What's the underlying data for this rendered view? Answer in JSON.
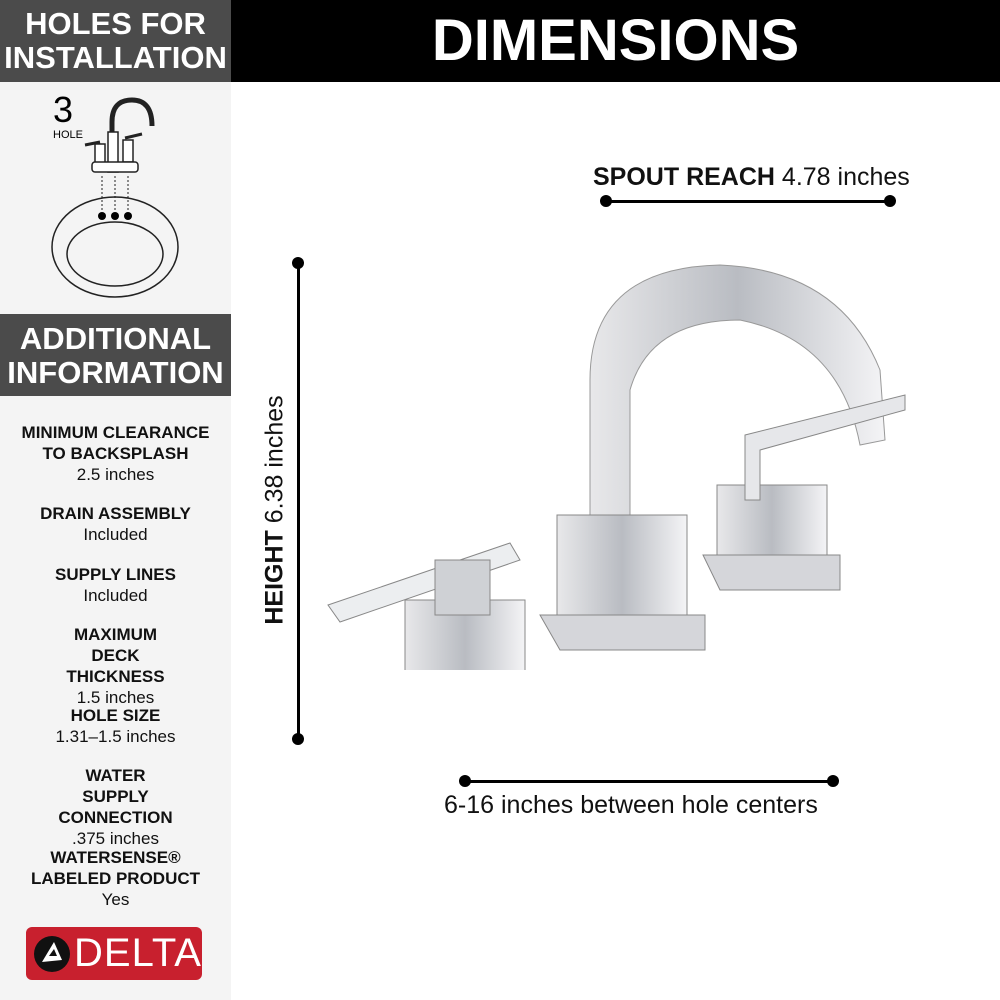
{
  "left_panel": {
    "holes_header": [
      "HOLES FOR",
      "INSTALLATION"
    ],
    "hole_count": "3",
    "hole_label": "HOLE",
    "additional_header": [
      "ADDITIONAL",
      "INFORMATION"
    ],
    "info": [
      {
        "key": "MINIMUM CLEARANCE TO BACKSPLASH",
        "value": "2.5 inches"
      },
      {
        "key": "DRAIN ASSEMBLY",
        "value": "Included"
      },
      {
        "key": "SUPPLY LINES",
        "value": "Included"
      },
      {
        "key": "MAXIMUM DECK THICKNESS",
        "value": "1.5 inches"
      },
      {
        "key": "HOLE SIZE",
        "value": "1.31–1.5 inches"
      },
      {
        "key": "WATER SUPPLY CONNECTION",
        "value": ".375 inches"
      },
      {
        "key": "WATERSENSE® LABELED PRODUCT",
        "value": "Yes"
      }
    ],
    "logo": "DELTA",
    "logo_color": "#c8202e"
  },
  "main": {
    "title": "DIMENSIONS",
    "spout_reach_label": "SPOUT REACH",
    "spout_reach_value": "4.78 inches",
    "height_label": "HEIGHT",
    "height_value": "6.38 inches",
    "spread": "6-16 inches between hole centers"
  }
}
